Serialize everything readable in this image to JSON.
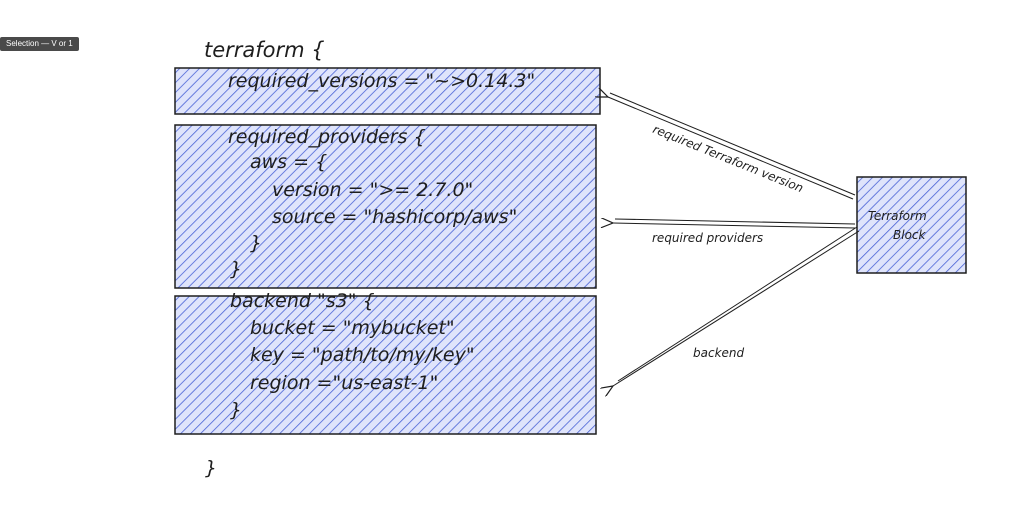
{
  "toolbar": {
    "tooltip": "Selection — V or 1"
  },
  "diagram": {
    "colors": {
      "ink": "#1e1e1e",
      "fill": "#4a63d6",
      "fill_bg": "#dfe4fb"
    },
    "code": {
      "open": "terraform {",
      "block1": {
        "line1": "required_versions = \"~>0.14.3\""
      },
      "block2": {
        "line1": "required_providers {",
        "line2": "aws = {",
        "line3": "version = \">= 2.7.0\"",
        "line4": "source = \"hashicorp/aws\"",
        "line5": "}",
        "line6": "}"
      },
      "block3": {
        "line1": "backend \"s3\" {",
        "line2": "bucket = \"mybucket\"",
        "line3": "key = \"path/to/my/key\"",
        "line4": "region =\"us-east-1\"",
        "line5": "}"
      },
      "close": "}"
    },
    "terraform_block": {
      "line1": "Terraform",
      "line2": "Block"
    },
    "arrows": {
      "version_label": "required Terraform version",
      "providers_label": "required providers",
      "backend_label": "backend"
    }
  }
}
